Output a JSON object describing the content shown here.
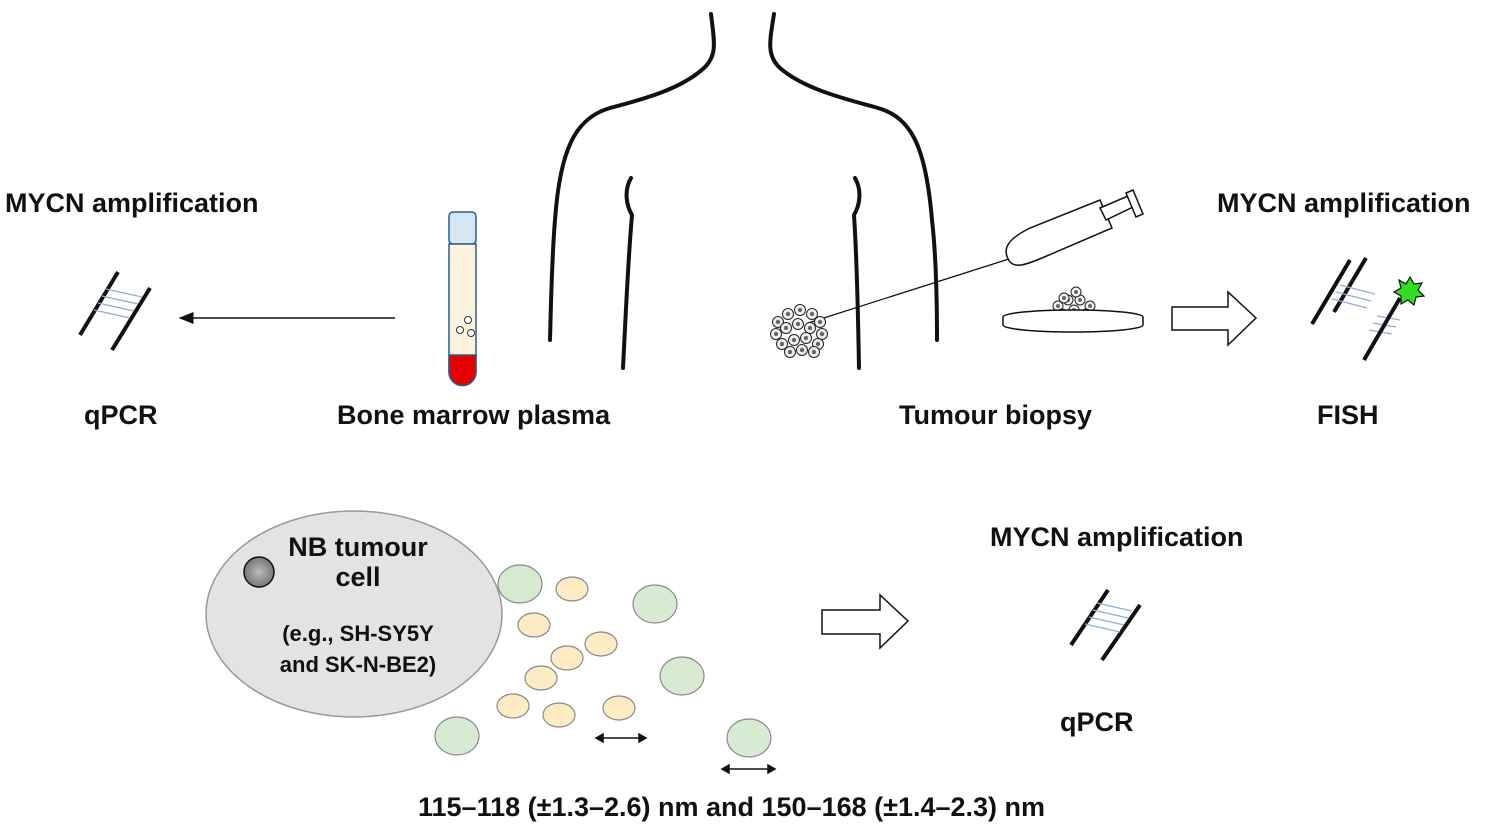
{
  "labels": {
    "left_mycn": "MYCN amplification",
    "left_qpcr": "qPCR",
    "bone_marrow": "Bone marrow plasma",
    "tumour_biopsy": "Tumour biopsy",
    "right_mycn": "MYCN amplification",
    "right_fish": "FISH",
    "nb_cell_title_1": "NB tumour",
    "nb_cell_title_2": "cell",
    "nb_cell_eg_1": "(e.g., SH-SY5Y",
    "nb_cell_eg_2": "and SK-N-BE2)",
    "bottom_mycn": "MYCN amplification",
    "bottom_qpcr": "qPCR",
    "size_range": "115–118 (±1.3–2.6) nm and 150–168 (±1.4–2.3) nm"
  },
  "colors": {
    "outline": "#111111",
    "tube_cap": "#d6e6f2",
    "tube_fluid": "#fbf3dc",
    "tube_blood": "#e60000",
    "cell_fill": "#e0e0e0",
    "exo_small": "#fdebc3",
    "exo_large": "#d9ead3",
    "star": "#33dd22",
    "dna_rung": "#8ab0d6"
  }
}
